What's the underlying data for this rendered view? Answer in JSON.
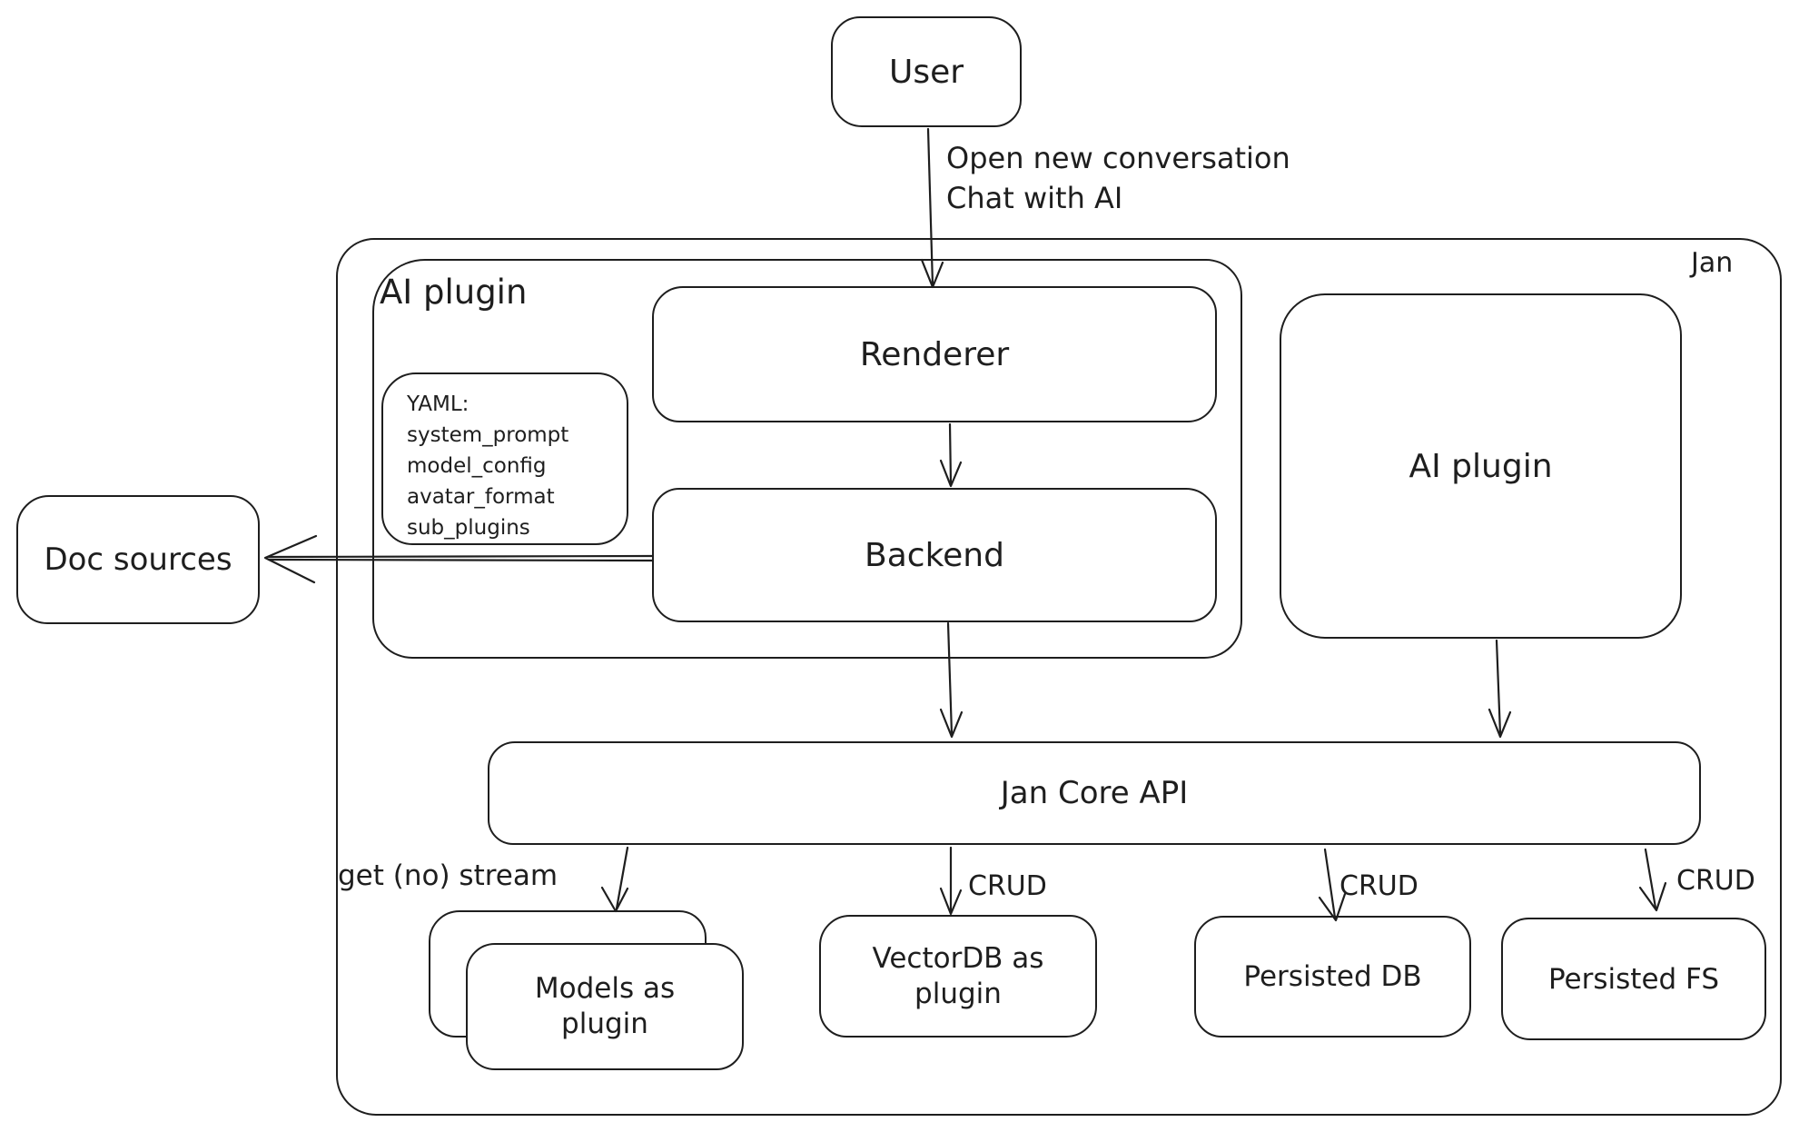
{
  "diagram": {
    "system_label": "Jan",
    "nodes": {
      "user": {
        "label": "User"
      },
      "ai_plugin_group": {
        "label": "AI plugin"
      },
      "renderer": {
        "label": "Renderer"
      },
      "backend": {
        "label": "Backend"
      },
      "yaml_note": {
        "title": "YAML:",
        "lines": [
          "system_prompt",
          "model_config",
          "avatar_format",
          "sub_plugins"
        ]
      },
      "ai_plugin_box": {
        "label": "AI plugin"
      },
      "doc_sources": {
        "label": "Doc sources"
      },
      "jan_core_api": {
        "label": "Jan Core API"
      },
      "models_as_plugin": {
        "label": "Models as plugin"
      },
      "vectordb_as_plugin": {
        "label": "VectorDB as plugin"
      },
      "persisted_db": {
        "label": "Persisted DB"
      },
      "persisted_fs": {
        "label": "Persisted FS"
      }
    },
    "edges": {
      "user_to_renderer": {
        "label": "Open new conversation\nChat with AI"
      },
      "core_to_models": {
        "label": "get (no) stream"
      },
      "core_to_vectordb": {
        "label": "CRUD"
      },
      "core_to_persisted_db": {
        "label": "CRUD"
      },
      "core_to_persisted_fs": {
        "label": "CRUD"
      }
    },
    "colors": {
      "stroke": "#1e1e1e",
      "background": "#ffffff"
    }
  }
}
